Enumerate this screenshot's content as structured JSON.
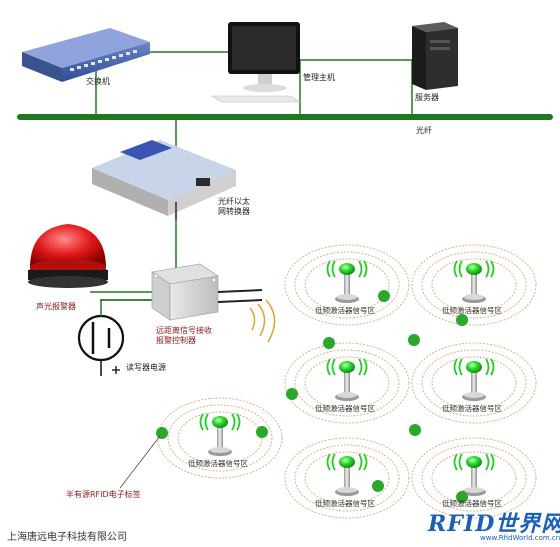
{
  "labels": {
    "switch": "交换机",
    "host": "管理主机",
    "server": "服务器",
    "fiber": "光纤",
    "converter_line1": "光纤以太",
    "converter_line2": "网转换器",
    "alarm": "声光报警器",
    "controller_line1": "远距离信号接收",
    "controller_line2": "报警控制器",
    "power": "读写器电源",
    "tag": "半有源RFID电子标签",
    "zone": "低频激活器信号区"
  },
  "footer": {
    "company": "上海唐远电子科技有限公司",
    "logo_text": "RFID世界网",
    "logo_url": "www.RfidWorld.com.cn"
  },
  "colors": {
    "network_line": "#1f7a1f",
    "zone_ring": "#d7b48a",
    "antenna_green": "#1fcf1f",
    "tag_green": "#2ba82b",
    "alarm_red": "#d81818",
    "logo_blue": "#1a5fb8"
  },
  "zones": [
    {
      "id": 1,
      "label": "低频激活器信号区"
    },
    {
      "id": 2,
      "label": "低频激活器信号区"
    },
    {
      "id": 3,
      "label": "低频激活器信号区"
    },
    {
      "id": 4,
      "label": "低频激活器信号区"
    },
    {
      "id": 5,
      "label": "低频激活器信号区"
    },
    {
      "id": 6,
      "label": "低频激活器信号区"
    },
    {
      "id": 7,
      "label": "低频激活器信号区"
    }
  ]
}
